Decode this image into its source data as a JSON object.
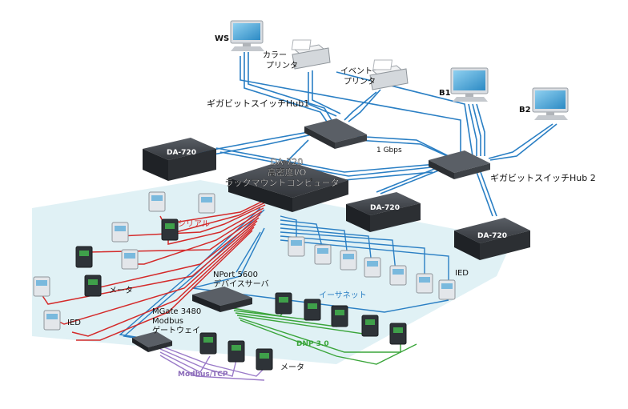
{
  "labels": {
    "ws": "WS",
    "color_printer_1": "カラー",
    "color_printer_2": "プリンタ",
    "event_printer_1": "イベント",
    "event_printer_2": "プリンタ",
    "b1": "B1",
    "b2": "B2",
    "hub1": "ギガビットスイッチHub1",
    "hub2": "ギガビットスイッチHub 2",
    "gbps": "1 Gbps",
    "da720": "DA-720",
    "rack_1": "DA-720",
    "rack_2": "高密度I/O",
    "rack_3": "ラックマウントコンピュータ",
    "serial": "シリアル",
    "meter_1": "メータ",
    "ied_1": "IED",
    "ied_2": "IED",
    "ethernet": "イーサネット",
    "nport_1": "NPort 5600",
    "nport_2": "デバイスサーバ",
    "mgate_1": "MGate 3480",
    "mgate_2": "Modbus",
    "mgate_3": "ゲートウェイ",
    "dnp": "DNP 3.0",
    "modbus_tcp": "Modbus/TCP",
    "meter_2": "メータ"
  },
  "colors": {
    "ethernet": "#2a7fc4",
    "serial": "#d42a2a",
    "dnp": "#3aa53a",
    "modbus": "#9a7ac8",
    "floor": "#dbeef3",
    "device_dark": "#2c2f33",
    "device_light": "#d9dde2"
  },
  "icons": [
    "workstation-icon",
    "printer-icon",
    "switch-icon",
    "server-icon",
    "ied-icon",
    "meter-icon",
    "gateway-icon"
  ]
}
